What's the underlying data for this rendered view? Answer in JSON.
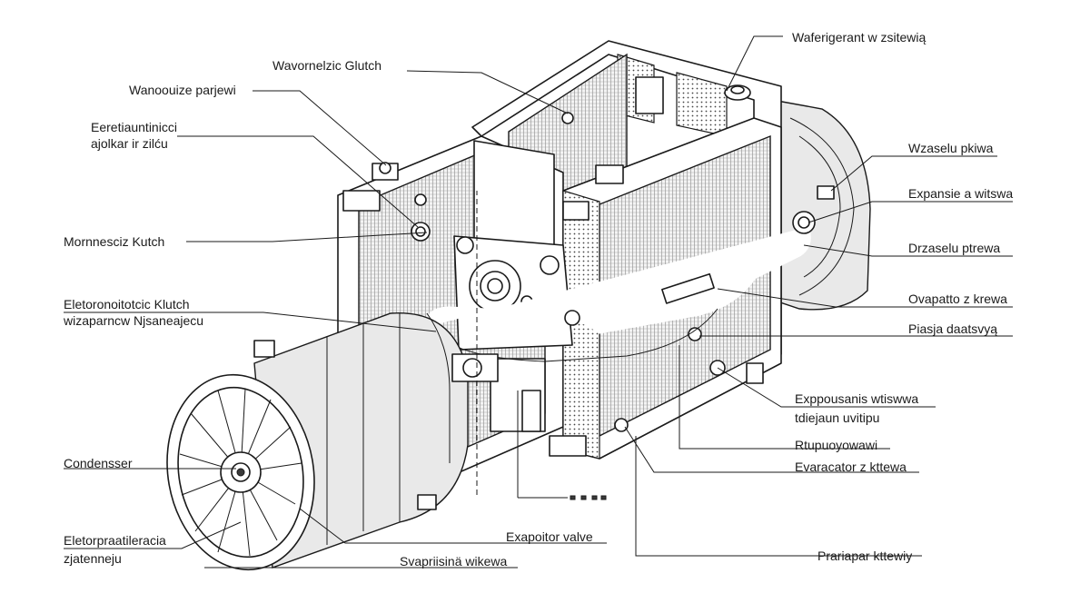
{
  "labels": {
    "top_clutch": "Wavornelzic Glutch",
    "top_right": "Waferigerant w zsitewią",
    "left_1": "Wanoouize parjewi",
    "left_2a": "Eeretiauntinicci",
    "left_2b": "ajolkar ir zilću",
    "left_3": "Mornnesciz Kutch",
    "left_4a": "Eletoronoitotcic Klutch",
    "left_4b": "wizaparncw Njsaneajecu",
    "left_5": "Condensser",
    "left_6a": "Eletorpraatileracia",
    "left_6b": "zjatenneju",
    "right_1": "Wzaselu pkiwa",
    "right_2": "Expansie a witswa",
    "right_3": "Drzaselu ptrewa",
    "right_4": "Ovapatto z krewa",
    "right_5": "Piasja daatsvyą",
    "right_6a": "Exppousanis wtiswwa",
    "right_6b": "tdiejaun uvitipu",
    "right_7": "Rtupuoyowawi",
    "right_8": "Evaracator z kttewa",
    "right_9": "Prariapar kttewiy",
    "bottom_1": "Exapoitor valve",
    "bottom_2": "Svapriisinä wikewa"
  }
}
